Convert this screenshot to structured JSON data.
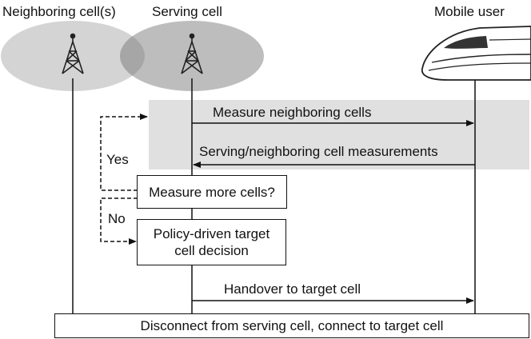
{
  "entities": {
    "neighboring": "Neighboring cell(s)",
    "serving": "Serving cell",
    "mobile": "Mobile user"
  },
  "messages": {
    "measure_neighbors": "Measure neighboring cells",
    "measurements": "Serving/neighboring cell measurements",
    "handover": "Handover to target cell"
  },
  "decision": {
    "question": "Measure more cells?",
    "yes": "Yes",
    "no": "No"
  },
  "policy_box": {
    "line1": "Policy-driven target",
    "line2": "cell decision"
  },
  "final_step": "Disconnect from serving cell, connect to target cell",
  "colors": {
    "cell_ellipse": "#cfcfcf",
    "cell_overlap": "#a8a8a8",
    "highlight_band": "#e0e0e0",
    "line": "#111111"
  },
  "icons": [
    "cell-tower-icon",
    "cell-tower-icon",
    "bullet-train-icon"
  ]
}
